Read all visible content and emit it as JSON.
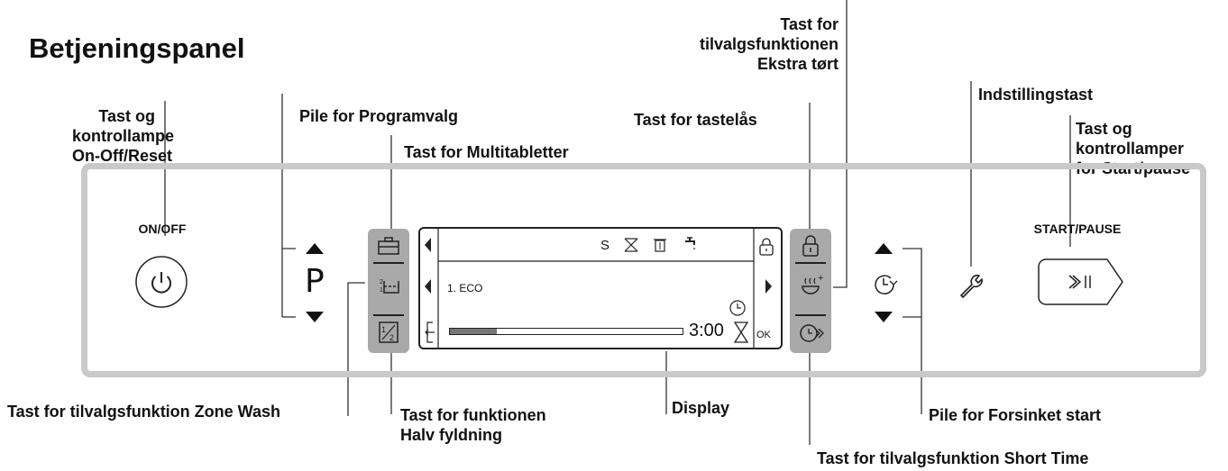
{
  "title": "Betjeningspanel",
  "labels": {
    "onoff_callout": "Tast og\nkontrollampe\nOn-Off/Reset",
    "prog_arrows": "Pile for Programvalg",
    "multitab": "Tast for Multitabletter",
    "keylock": "Tast for tastelås",
    "extra_dry": "Tast for\ntilvalgsfunktionen\nEkstra tørt",
    "settings": "Indstillingstast",
    "startpause_callout": "Tast og\nkontrollamper\nfor Start/pause",
    "zone_wash": "Tast for tilvalgsfunktion Zone Wash",
    "half_load": "Tast for funktionen\nHalv fyldning",
    "display": "Display",
    "delay_arrows": "Pile for Forsinket start",
    "short_time": "Tast for tilvalgsfunktion Short Time"
  },
  "panel": {
    "onoff_text": "ON/OFF",
    "startpause_text": "START/PAUSE",
    "prog_letter": "P",
    "half_text": "½"
  },
  "display": {
    "top_icons_text": "S",
    "program": "1. ECO",
    "time": "3:00",
    "ok": "OK",
    "progress": 0.2
  },
  "icons": [
    "power-icon",
    "briefcase-icon",
    "zone-wash-icon",
    "half-load-icon",
    "lock-icon",
    "extra-dry-icon",
    "short-time-icon",
    "delay-clock-icon",
    "wrench-icon",
    "start-pause-icon",
    "hourglass-icon",
    "clock-icon",
    "exit-icon",
    "faucet-icon",
    "bin-icon",
    "salt-off-icon"
  ]
}
